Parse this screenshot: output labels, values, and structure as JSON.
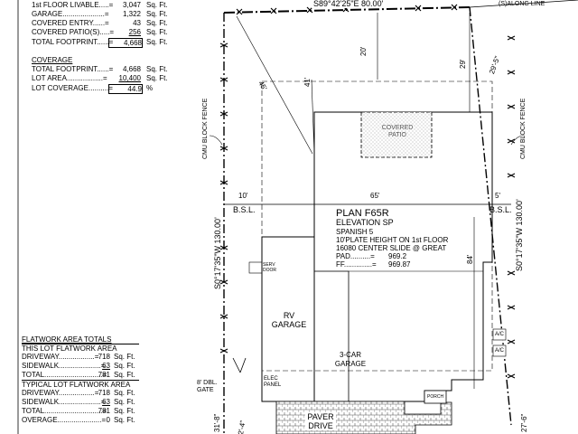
{
  "area_table": {
    "rows": [
      {
        "label": "1st FLOOR LIVABLE.....=",
        "value": "3,047",
        "unit": "Sq. Ft."
      },
      {
        "label": "GARAGE.....................=",
        "value": "1,322",
        "unit": "Sq. Ft."
      },
      {
        "label": "COVERED ENTRY......=",
        "value": "43",
        "unit": "Sq. Ft."
      },
      {
        "label": "COVERED PATIO(S).....=",
        "value": "256",
        "unit": "Sq. Ft."
      },
      {
        "label": "TOTAL FOOTPRINT......=",
        "value": "4,668",
        "unit": "Sq. Ft."
      }
    ]
  },
  "coverage": {
    "title": "COVERAGE",
    "rows": [
      {
        "label": "TOTAL FOOTPRINT......=",
        "value": "4,668",
        "unit": "Sq. Ft."
      },
      {
        "label": "LOT AREA..................=",
        "value": "10,400",
        "unit": "Sq. Ft."
      },
      {
        "label": "LOT COVERAGE..........=",
        "value": "44.9",
        "unit": "%"
      }
    ]
  },
  "flatwork": {
    "title": "FLATWORK AREA TOTALS",
    "this_lot_title": "THIS LOT FLATWORK AREA",
    "this_lot": [
      {
        "label": "DRIVEWAY..................=",
        "value": "718",
        "unit": "Sq. Ft."
      },
      {
        "label": "SIDEWALK.....................=",
        "value": "63",
        "unit": "Sq. Ft."
      },
      {
        "label": "TOTAL.............................=",
        "value": "781",
        "unit": "Sq. Ft."
      }
    ],
    "typical_title": "TYPICAL LOT FLATWORK AREA",
    "typical": [
      {
        "label": "DRIVEWAY..................=",
        "value": "718",
        "unit": "Sq. Ft."
      },
      {
        "label": "SIDEWALK.....................=",
        "value": "63",
        "unit": "Sq. Ft."
      },
      {
        "label": "TOTAL.............................=",
        "value": "781",
        "unit": "Sq. Ft."
      },
      {
        "label": "OVERAGE......................=",
        "value": "0",
        "unit": "Sq. Ft."
      }
    ]
  },
  "plan": {
    "top_bearing": "S89°42'25\"E 80.00'",
    "left_bearing": "S0°17'35\"W 130.00'",
    "right_bearing": "S0°17'35\"W 130.00'",
    "left_fence": "CMU BLOCK FENCE",
    "right_fence": "CMU BLOCK FENCE",
    "top_right_note": "(S)ALONG LINE",
    "dim_20": "20'",
    "dim_29": "29'",
    "dim_29_5": "29'-5\"",
    "dim_41": "41'",
    "dim_45": "45'",
    "dim_10": "10'",
    "dim_65": "65'",
    "dim_5": "5'",
    "dim_84": "84'",
    "bsl_left": "B.S.L.",
    "bsl_right": "B.S.L.",
    "covered_patio": "COVERED PATIO",
    "plan_name": "PLAN F65R",
    "elevation": "ELEVATION SP",
    "style": "SPANISH 5",
    "plate_height": "10'PLATE HEIGHT ON 1st FLOOR",
    "center_slide": "16080 CENTER SLIDE @ GREAT",
    "pad_label": "PAD..........=",
    "pad_value": "969.2",
    "ff_label": "FF..............=",
    "ff_value": "969.87",
    "serv_door": "SERV DOOR",
    "rv_garage": "RV GARAGE",
    "three_car_garage": "3-CAR GARAGE",
    "elec_panel": "ELEC PANEL",
    "gate": "8' DBL. GATE",
    "paver_drive": "PAVER DRIVE",
    "ac1": "A/C",
    "ac2": "A/C",
    "entry_box": "PORCH",
    "dim_31_8": "31'-8\"",
    "dim_2_4": "2'-4\"",
    "dim_27_6": "27'-6\""
  }
}
